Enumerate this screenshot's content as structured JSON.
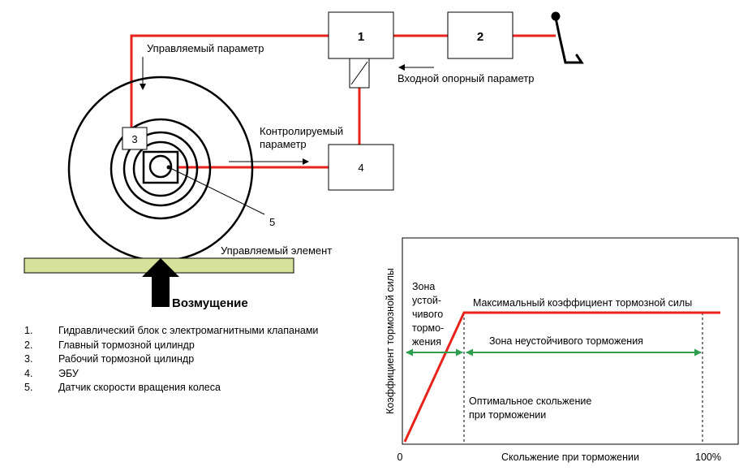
{
  "blocks": {
    "b1": "1",
    "b2": "2",
    "b3": "3",
    "b4": "4",
    "sensor": "5"
  },
  "labels": {
    "controlled_parameter": "Управляемый параметр",
    "input_reference": "Входной опорный параметр",
    "monitored_line1": "Контролируемый",
    "monitored_line2": "параметр",
    "controlled_element": "Управляемый элемент",
    "disturbance": "Возмущение"
  },
  "legend": [
    {
      "num": "1.",
      "text": "Гидравлический блок с электромагнитными клапанами"
    },
    {
      "num": "2.",
      "text": "Главный тормозной цилиндр"
    },
    {
      "num": "3.",
      "text": "Рабочий тормозной цилиндр"
    },
    {
      "num": "4.",
      "text": "ЭБУ"
    },
    {
      "num": "5.",
      "text": "Датчик скорости вращения колеса"
    }
  ],
  "graph": {
    "ylabel": "Коэффициент тормозной силы",
    "xlabel": "Скольжение при торможении",
    "x_start": "0",
    "x_end": "100%",
    "stable_zone": [
      "Зона",
      "устой-",
      "чивого",
      "тормо-",
      "жения"
    ],
    "max_coef": "Максимальный коэффициент тормозной силы",
    "unstable_zone": "Зона неустойчивого торможения",
    "optimal_line1": "Оптимальное скольжение",
    "optimal_line2": "при торможении"
  },
  "colors": {
    "line": "#e8231c",
    "ground": "#d6e29a",
    "arrow": "#2e9e4f"
  }
}
